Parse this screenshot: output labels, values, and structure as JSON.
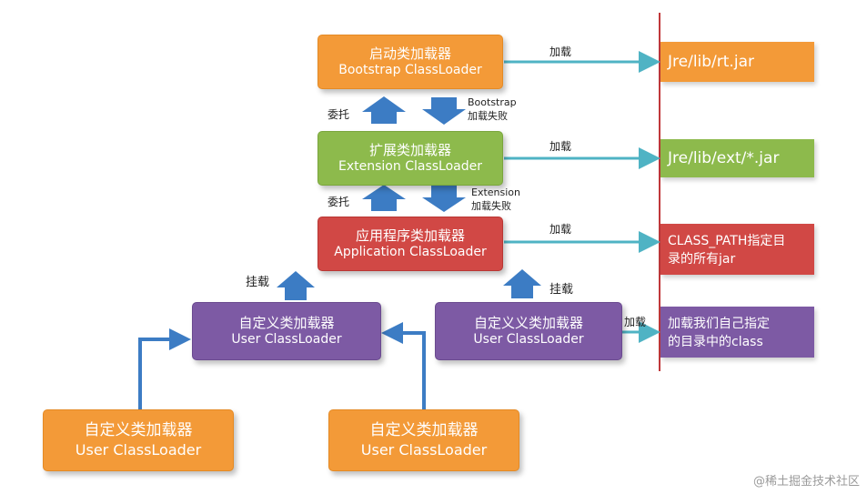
{
  "boxes": {
    "bootstrap": {
      "line1": "启动类加载器",
      "line2": "Bootstrap ClassLoader"
    },
    "extension": {
      "line1": "扩展类加载器",
      "line2": "Extension ClassLoader"
    },
    "application": {
      "line1": "应用程序类加载器",
      "line2": "Application ClassLoader"
    },
    "user_left": {
      "line1": "自定义类加载器",
      "line2": "User ClassLoader"
    },
    "user_right": {
      "line1": "自定义义类加载器",
      "line2": "User ClassLoader"
    },
    "user_bottom_left": {
      "line1": "自定义类加载器",
      "line2": "User ClassLoader"
    },
    "user_bottom_right": {
      "line1": "自定义类加载器",
      "line2": "User ClassLoader"
    }
  },
  "targets": {
    "rt": "Jre/lib/rt.jar",
    "ext": "Jre/lib/ext/*.jar",
    "classpath_line1": "CLASS_PATH指定目",
    "classpath_line2": "录的所有jar",
    "custom_line1": "加载我们自己指定",
    "custom_line2": "的目录中的class"
  },
  "labels": {
    "load_1": "加载",
    "load_2": "加载",
    "load_3": "加载",
    "load_4": "加载",
    "delegate_1": "委托",
    "delegate_2": "委托",
    "bootstrap_fail_line1": "Bootstrap",
    "bootstrap_fail_line2": "加载失败",
    "extension_fail_line1": "Extension",
    "extension_fail_line2": "加载失败",
    "mount_left": "挂载",
    "mount_right": "挂载"
  },
  "watermark": "@稀土掘金技术社区",
  "colors": {
    "orange": "#f39a38",
    "green": "#8dba4c",
    "red": "#d14845",
    "purple": "#7d5aa4",
    "teal_arrow": "#4fb3c4",
    "blue_arrow": "#3c7cc4",
    "divider": "#c0383a"
  }
}
